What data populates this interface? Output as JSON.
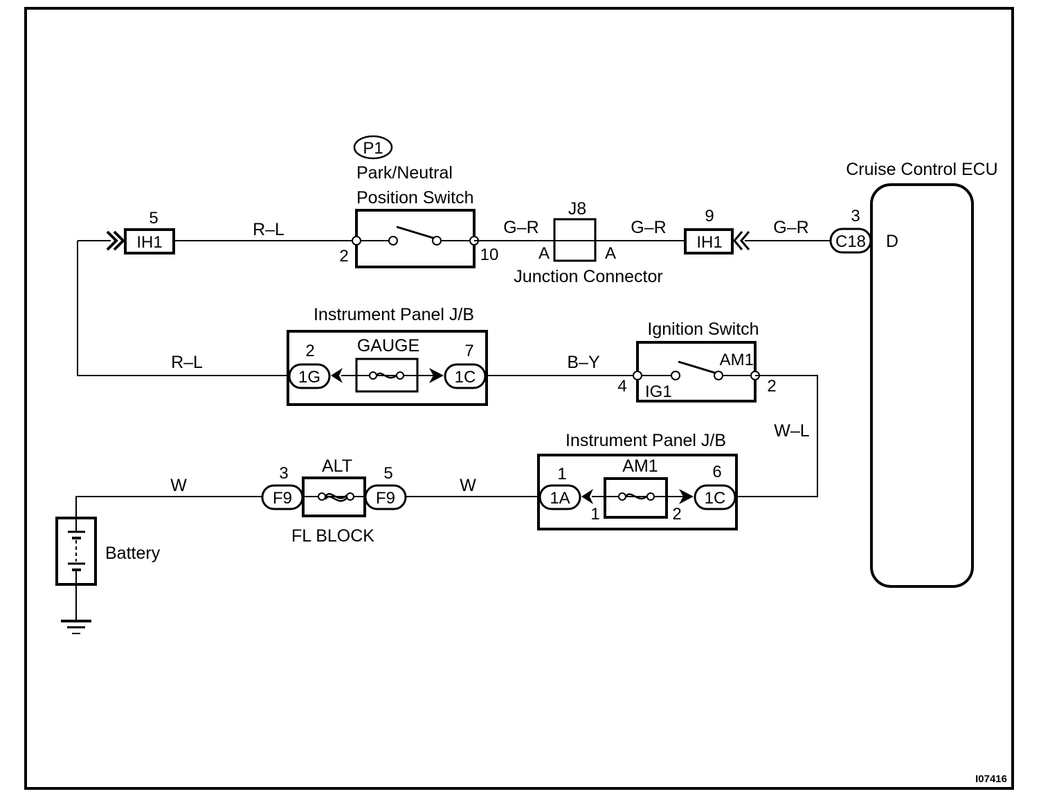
{
  "diagram": {
    "figure_id": "I07416",
    "components": {
      "ecu": {
        "title": "Cruise Control ECU",
        "terminal": "D",
        "connector": "C18",
        "pin": "3"
      },
      "park_neutral_switch": {
        "code": "P1",
        "title_line1": "Park/Neutral",
        "title_line2": "Position Switch",
        "pin_left": "2",
        "pin_right": "10"
      },
      "junction_connector": {
        "code": "J8",
        "title": "Junction Connector",
        "pin_left": "A",
        "pin_right": "A"
      },
      "ih1_left": {
        "label": "IH1",
        "pin": "5"
      },
      "ih1_right": {
        "label": "IH1",
        "pin": "9"
      },
      "jb_gauge": {
        "title": "Instrument Panel J/B",
        "fuse": "GAUGE",
        "left_connector": "1G",
        "left_pin": "2",
        "right_connector": "1C",
        "right_pin": "7"
      },
      "ignition_switch": {
        "title": "Ignition Switch",
        "contact_left": "IG1",
        "contact_right": "AM1",
        "pin_left": "4",
        "pin_right": "2"
      },
      "jb_am1": {
        "title": "Instrument Panel J/B",
        "fuse": "AM1",
        "left_connector": "1A",
        "left_pin": "1",
        "right_connector": "1C",
        "right_pin": "6",
        "inner_left_pin": "1",
        "inner_right_pin": "2"
      },
      "fl_block": {
        "title": "FL BLOCK",
        "fuse": "ALT",
        "left_connector": "F9",
        "left_pin": "3",
        "right_connector": "F9",
        "right_pin": "5"
      },
      "battery": {
        "label": "Battery"
      }
    },
    "wires": {
      "ih1_to_pns": "R–L",
      "pns_to_j8": "G–R",
      "j8_to_ih1": "G–R",
      "ih1_to_ecu": "G–R",
      "left_to_jb": "R–L",
      "jb_to_ign": "B–Y",
      "ign_to_jb": "W–L",
      "batt_to_fl": "W",
      "fl_to_jb": "W"
    }
  }
}
